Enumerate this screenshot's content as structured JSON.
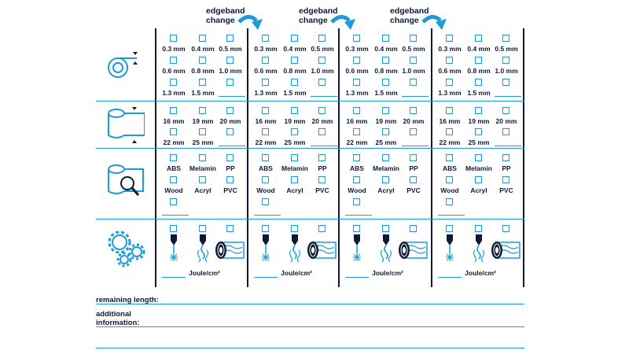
{
  "header": {
    "change_label_line1": "edgeband",
    "change_label_line2": "change"
  },
  "thickness_options": [
    "0.3 mm",
    "0.4 mm",
    "0.5 mm",
    "0.6 mm",
    "0.8 mm",
    "1.0 mm",
    "1.3 mm",
    "1.5 mm"
  ],
  "width_options": [
    "16 mm",
    "19 mm",
    "20 mm",
    "22 mm",
    "25 mm"
  ],
  "material_options": [
    "ABS",
    "Melamin",
    "PP",
    "Wood",
    "Acryl",
    "PVC"
  ],
  "energy_unit": "Joule/cm²",
  "footer": {
    "remaining_length": "remaining length:",
    "additional_line1": "additional",
    "additional_line2": "information:"
  },
  "icons": {
    "row1": "edgeband-thickness-roll-icon",
    "row2": "edgeband-width-roll-icon",
    "row3": "edgeband-material-inspect-icon",
    "row4": "machine-settings-gears-icon"
  },
  "colors": {
    "accent": "#1d9bd6",
    "ink": "#0e1a35"
  }
}
